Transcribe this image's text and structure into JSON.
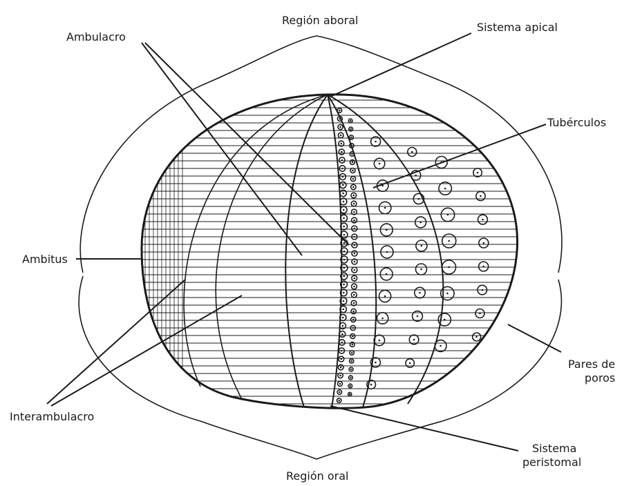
{
  "labels": {
    "region_aboral": "Región aboral",
    "region_oral": "Región oral",
    "ambulacro": "Ambulacro",
    "sistema_apical": "Sistema apical",
    "tuberculos": "Tubérculos",
    "ambitus": "Ambitus",
    "pares_de_poros_1": "Pares de",
    "pares_de_poros_2": "poros",
    "interambulacro": "Interambulacro",
    "sistema_peristomal_1": "Sistema",
    "sistema_peristomal_2": "peristomal"
  },
  "colors": {
    "ink": "#1a1a1a",
    "background": "#ffffff"
  }
}
